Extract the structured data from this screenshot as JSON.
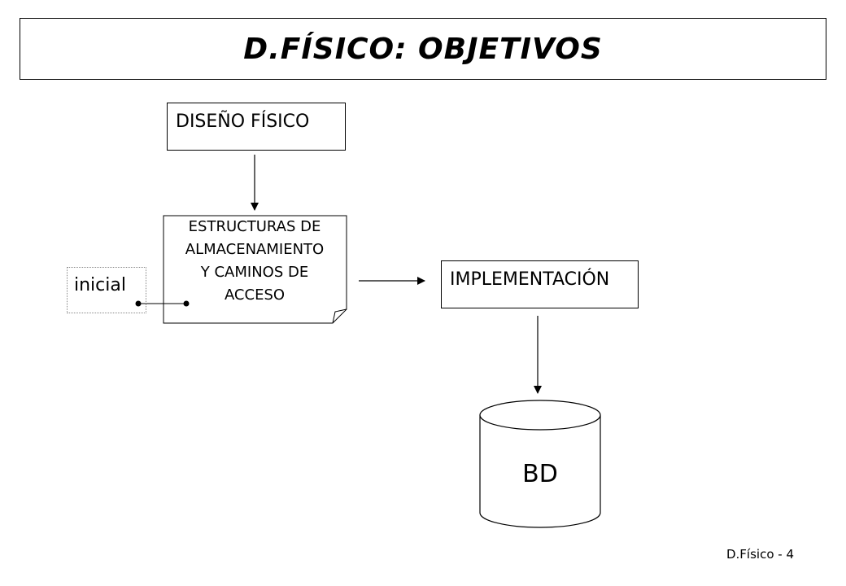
{
  "title": "D.FÍSICO: OBJETIVOS",
  "boxes": {
    "diseno": "DISEÑO FÍSICO",
    "estructuras": [
      "ESTRUCTURAS DE",
      "ALMACENAMIENTO",
      "Y CAMINOS DE",
      "ACCESO"
    ],
    "implementacion": "IMPLEMENTACIÓN",
    "inicial": "inicial",
    "bd": "BD"
  },
  "footer": "D.Físico - 4"
}
